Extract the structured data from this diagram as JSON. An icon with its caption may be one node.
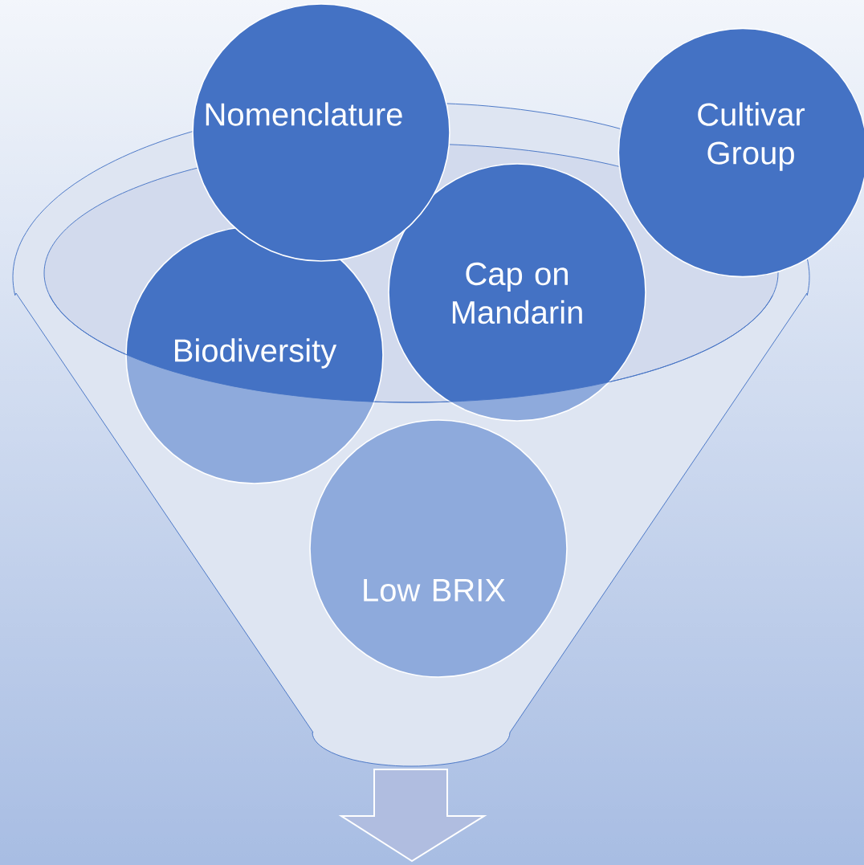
{
  "diagram": {
    "nodes": [
      {
        "text": [
          "Nomenclature"
        ]
      },
      {
        "text": [
          "Cultivar Group"
        ]
      },
      {
        "text": [
          "Biodiversity"
        ]
      },
      {
        "text": [
          "Cap on Mandarin"
        ]
      },
      {
        "text": [
          "Low BRIX"
        ]
      }
    ]
  }
}
